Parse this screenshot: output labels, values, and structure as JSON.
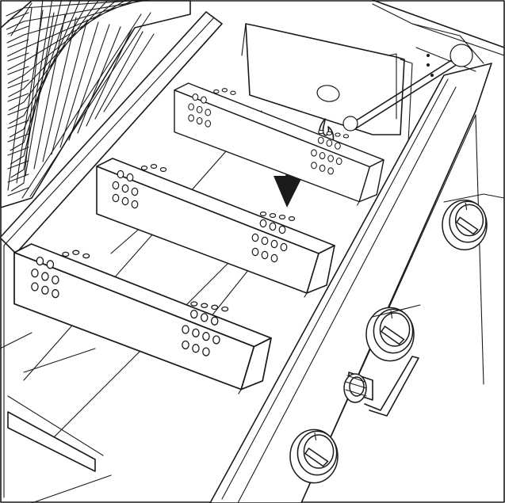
{
  "figure": {
    "description_free": true,
    "colors": {
      "line": "#1a1a1a",
      "background": "#ffffff"
    },
    "heat_plates": [
      {
        "id": "rear"
      },
      {
        "id": "middle"
      },
      {
        "id": "front"
      }
    ],
    "knobs": [
      {
        "id": "knob-rear"
      },
      {
        "id": "knob-middle"
      },
      {
        "id": "knob-front"
      }
    ],
    "icons": {
      "flame": "flame-icon",
      "arrow": "curved-arrow-icon",
      "igniter": "igniter-button-icon"
    }
  }
}
